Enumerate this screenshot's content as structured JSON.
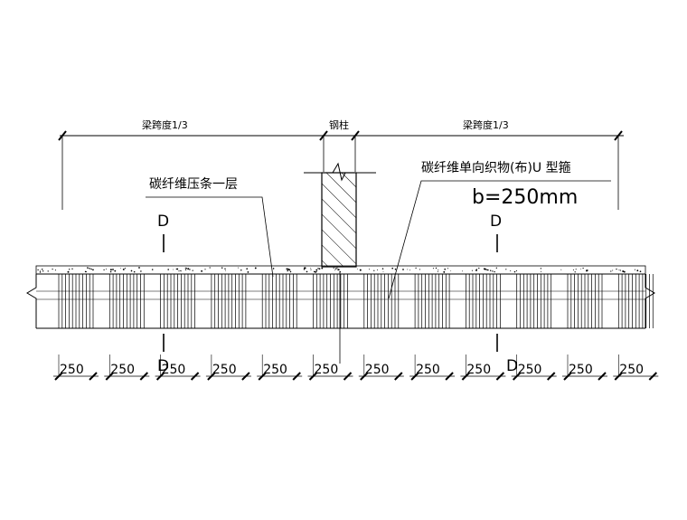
{
  "dimension_top_left": "梁跨度1/3",
  "dimension_top_center": "钢柱",
  "dimension_top_right": "梁跨度1/3",
  "annotation_strip": "碳纤维压条一层",
  "annotation_ustirrup": "碳纤维单向织物(布)U 型箍",
  "annotation_width": "b=250mm",
  "section_mark": "D",
  "strip_width_label": "250",
  "strip_count": 12,
  "colors": {
    "line": "#000000",
    "background": "#ffffff"
  }
}
